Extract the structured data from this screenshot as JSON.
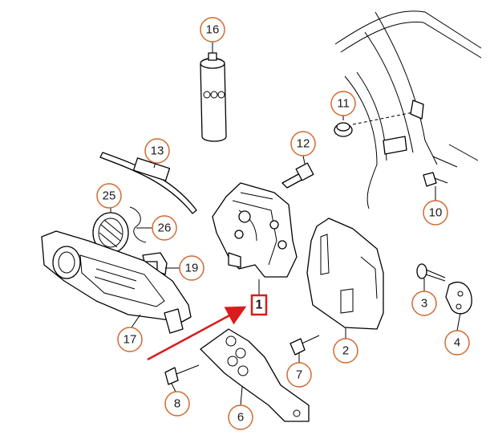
{
  "callouts": [
    {
      "id": "16",
      "label": "16"
    },
    {
      "id": "11",
      "label": "11"
    },
    {
      "id": "13",
      "label": "13"
    },
    {
      "id": "12",
      "label": "12"
    },
    {
      "id": "25",
      "label": "25"
    },
    {
      "id": "26",
      "label": "26"
    },
    {
      "id": "10",
      "label": "10"
    },
    {
      "id": "19",
      "label": "19"
    },
    {
      "id": "3",
      "label": "3"
    },
    {
      "id": "17",
      "label": "17"
    },
    {
      "id": "4",
      "label": "4"
    },
    {
      "id": "2",
      "label": "2"
    },
    {
      "id": "7",
      "label": "7"
    },
    {
      "id": "8",
      "label": "8"
    },
    {
      "id": "6",
      "label": "6"
    }
  ],
  "highlighted": {
    "id": "1",
    "label": "1"
  },
  "colors": {
    "callout_ring": "#d26a2f",
    "highlight": "#d91c1c",
    "arrow": "#d91c1c"
  }
}
